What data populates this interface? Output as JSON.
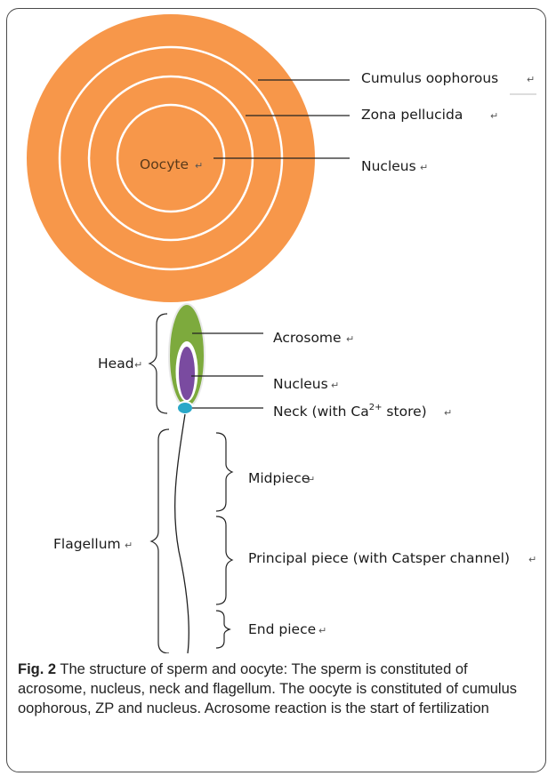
{
  "oocyte": {
    "cumulus_label": "Cumulus oophorous",
    "zona_label": "Zona pellucida",
    "nucleus_label": "Nucleus",
    "center_label": "Oocyte"
  },
  "sperm": {
    "head_label": "Head",
    "acrosome_label": "Acrosome",
    "nucleus_label": "Nucleus",
    "neck_label_pre": "Neck (with Ca",
    "neck_label_sup": "2+",
    "neck_label_post": " store)",
    "flagellum_label": "Flagellum",
    "midpiece_label": "Midpiece",
    "principal_label": "Principal piece (with Catsper channel)",
    "endpiece_label": "End piece"
  },
  "return_mark": "↵",
  "caption": {
    "fig_label": "Fig. 2",
    "text": " The structure of sperm and oocyte: The sperm is constituted of acrosome, nucleus, neck and flagellum. The oocyte is constituted of cumulus oophorous, ZP and nucleus. Acrosome reaction is the start of fertilization"
  },
  "colors": {
    "orange": "#F7974A",
    "green": "#7DAA3D",
    "purple": "#7A4BA0",
    "teal": "#2AA8C8"
  }
}
